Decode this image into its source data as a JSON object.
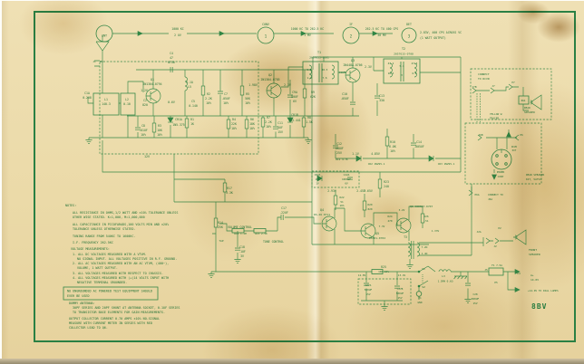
{
  "sheet": {
    "code": "8BV"
  },
  "colors": {
    "ink": "#1f7a3a",
    "border": "#2a8044",
    "paper": "#ebdaa8"
  },
  "schematic": {
    "labels": [
      [
        115,
        40.5,
        "ANT",
        3.4
      ],
      [
        196,
        33,
        "1000 KC"
      ],
      [
        196,
        40,
        "2 UV"
      ],
      [
        293,
        28,
        "CONV"
      ],
      [
        293,
        41.5,
        "1",
        4
      ],
      [
        339,
        33,
        "1000 KC TO 262.5 KC"
      ],
      [
        339,
        40,
        "1 MV"
      ],
      [
        387,
        28,
        "IF"
      ],
      [
        387,
        41.5,
        "2",
        4
      ],
      [
        421,
        33,
        "262.5 KC TO 400 CPS"
      ],
      [
        421,
        40,
        "30 MV"
      ],
      [
        451,
        28,
        "DET"
      ],
      [
        451,
        41.5,
        "3",
        4
      ],
      [
        463,
        37,
        "2.83V, 400 CPS ACROSS VC",
        3.2,
        "s"
      ],
      [
        463,
        43,
        "(1 WATT OUTPUT)",
        3.2,
        "s"
      ],
      [
        104,
        69,
        "J1",
        2.8
      ],
      [
        112,
        69,
        "P1",
        2.8
      ],
      [
        96,
        104,
        "C1A"
      ],
      [
        96,
        109,
        "0-208"
      ],
      [
        117,
        111,
        "L1"
      ],
      [
        117,
        116,
        "140.3"
      ],
      [
        140,
        111,
        "L2"
      ],
      [
        140,
        116,
        "0-10"
      ],
      [
        160,
        112,
        "C2"
      ],
      [
        160,
        117,
        "820"
      ],
      [
        159,
        101,
        "1.2V"
      ],
      [
        168,
        89,
        "Q1",
        3.4
      ],
      [
        168,
        94,
        "2N1304-0794"
      ],
      [
        189,
        114,
        "0.6V"
      ],
      [
        189,
        60,
        "C4"
      ],
      [
        189,
        65,
        "47"
      ],
      [
        189,
        70,
        "N750"
      ],
      [
        209,
        92,
        "2.1Ω"
      ],
      [
        209,
        97,
        "L5"
      ],
      [
        213,
        113,
        "C5"
      ],
      [
        213,
        118,
        "0-140"
      ],
      [
        197,
        133,
        "CR1A"
      ],
      [
        197,
        139,
        "1N5-375"
      ],
      [
        212,
        133,
        "R1"
      ],
      [
        212,
        138,
        "1K"
      ],
      [
        230,
        105,
        "R2"
      ],
      [
        230,
        110,
        "2.2K"
      ],
      [
        230,
        115,
        "10%"
      ],
      [
        249,
        105,
        "C7"
      ],
      [
        249,
        110,
        ".05UF"
      ],
      [
        249,
        115,
        "10%"
      ],
      [
        273,
        105,
        "R5"
      ],
      [
        273,
        110,
        "56K"
      ],
      [
        273,
        115,
        "10%"
      ],
      [
        258,
        133,
        "R4"
      ],
      [
        258,
        138,
        "22K"
      ],
      [
        258,
        143,
        "10%"
      ],
      [
        278,
        133,
        "R6"
      ],
      [
        278,
        138,
        "18K"
      ],
      [
        278,
        143,
        "10%"
      ],
      [
        296,
        131,
        "R7"
      ],
      [
        296,
        136,
        "2.2K"
      ],
      [
        296,
        141,
        "10%"
      ],
      [
        158,
        140,
        "C8"
      ],
      [
        158,
        145,
        ".01UF"
      ],
      [
        158,
        150,
        "10%"
      ],
      [
        176,
        140,
        "R3"
      ],
      [
        176,
        145,
        "10K"
      ],
      [
        176,
        150,
        "10%"
      ],
      [
        162,
        174,
        "12V",
        3.4
      ],
      [
        298,
        84,
        "Q2",
        3.4
      ],
      [
        298,
        89,
        "2N1304-0785"
      ],
      [
        279,
        95,
        "1.98V"
      ],
      [
        317,
        95,
        "2.3V"
      ],
      [
        325,
        103,
        "C9A"
      ],
      [
        325,
        108,
        "50UF"
      ],
      [
        325,
        113,
        "6V"
      ],
      [
        325,
        128,
        "CR1B"
      ],
      [
        325,
        134,
        "1N5-441"
      ],
      [
        309,
        137,
        "C11"
      ],
      [
        309,
        142,
        "5UF"
      ],
      [
        309,
        147,
        "15V"
      ],
      [
        341,
        131,
        "R8"
      ],
      [
        341,
        136,
        "1.5K"
      ],
      [
        345,
        103,
        "R9"
      ],
      [
        345,
        108,
        "62K"
      ],
      [
        352,
        59,
        "T1",
        3.4
      ],
      [
        352,
        64.5,
        "2057613-0501",
        3
      ],
      [
        341,
        78,
        "5.0",
        2.8
      ],
      [
        341,
        87,
        "1.4",
        2.8
      ],
      [
        358,
        78,
        "48.5",
        2.8
      ],
      [
        358,
        87,
        "7.6",
        2.8
      ],
      [
        378,
        81,
        "450MV",
        2.8
      ],
      [
        389,
        68,
        "Q3",
        3.4
      ],
      [
        389,
        73,
        "2N448A-0706"
      ],
      [
        406,
        75,
        "2.3V"
      ],
      [
        380,
        105,
        "C10"
      ],
      [
        380,
        110,
        ".05UF"
      ],
      [
        445,
        55,
        "T2",
        3.4
      ],
      [
        445,
        60.5,
        "2057615-0708",
        3
      ],
      [
        431,
        71,
        "47.2",
        2.8
      ],
      [
        431,
        82,
        "10.3",
        2.8
      ],
      [
        443,
        74,
        "5.1",
        2.8
      ],
      [
        443,
        84,
        "3",
        2.8
      ],
      [
        457,
        71,
        "47.5",
        2.8
      ],
      [
        457,
        82,
        "6.0",
        2.8
      ],
      [
        421,
        107,
        "C13"
      ],
      [
        421,
        112,
        "330"
      ],
      [
        374,
        160,
        "C12"
      ],
      [
        374,
        165,
        "100UF"
      ],
      [
        374,
        170,
        "25V"
      ],
      [
        377,
        177,
        "R12 4.7K",
        2.8
      ],
      [
        392,
        171,
        "1.1V"
      ],
      [
        414,
        171,
        "4.85V"
      ],
      [
        433,
        158,
        "R10"
      ],
      [
        433,
        163,
        "6.8K"
      ],
      [
        433,
        168,
        "10%"
      ],
      [
        462,
        158,
        "C14"
      ],
      [
        462,
        163,
        ".005UF"
      ],
      [
        415,
        182,
        "CR2 1N295-1",
        2.8
      ],
      [
        492,
        182,
        "CR3 1N295-1",
        2.8
      ],
      [
        426,
        202,
        "R23"
      ],
      [
        426,
        207,
        "240"
      ],
      [
        406,
        212,
        "2.65V"
      ],
      [
        253,
        209,
        "R17"
      ],
      [
        253,
        214,
        "3.3K"
      ],
      [
        243,
        247,
        "R14"
      ],
      [
        243,
        252,
        "25K"
      ],
      [
        251,
        252,
        "VOLUME CONTROL",
        3.2,
        "s"
      ],
      [
        244,
        267,
        "TAP",
        2.8
      ],
      [
        265,
        259,
        "R16 1.2M",
        2.8
      ],
      [
        288,
        259,
        "R15 2.5K",
        2.8
      ],
      [
        290,
        268,
        "TONE CONTROL",
        3.2,
        "s"
      ],
      [
        267,
        274,
        "C18"
      ],
      [
        267,
        279,
        ".1UF"
      ],
      [
        267,
        284,
        "3V"
      ],
      [
        313,
        231,
        "C17"
      ],
      [
        313,
        236,
        ".22UF"
      ],
      [
        350,
        194,
        "CR2A",
        2.8
      ],
      [
        350,
        199,
        "1N5",
        2.8
      ],
      [
        350,
        203.5,
        "1V",
        2.8
      ],
      [
        382,
        194,
        "C22A",
        2.8
      ],
      [
        382,
        199,
        "1000UF",
        2.8
      ],
      [
        382,
        203.5,
        "6V",
        2.8
      ],
      [
        366,
        212,
        "2.93V"
      ],
      [
        398,
        212,
        "2.45V"
      ],
      [
        377,
        219,
        "R22",
        2.8
      ],
      [
        377,
        224,
        "51",
        2.8
      ],
      [
        377,
        228,
        "10%",
        2.8
      ],
      [
        408,
        227,
        "R20",
        2.8
      ],
      [
        408,
        232,
        "820",
        2.8
      ],
      [
        355,
        233,
        "Q4",
        3.4
      ],
      [
        355,
        238,
        "DS-26 0711",
        3
      ],
      [
        416,
        259,
        "Q5",
        3.4
      ],
      [
        416,
        264,
        "DS501-0702",
        3
      ],
      [
        421,
        251,
        "7.3V",
        2.8
      ],
      [
        430,
        240,
        "R24",
        2.8
      ],
      [
        430,
        245,
        "470",
        2.8
      ],
      [
        443,
        233,
        "3.2V",
        2.8
      ],
      [
        452,
        229,
        "Q6 40050T-0707",
        3,
        "s"
      ],
      [
        470,
        240,
        "R26",
        2.8
      ],
      [
        470,
        245,
        ".51",
        2.8
      ],
      [
        447,
        263,
        "T3",
        3.2
      ],
      [
        468,
        274,
        "7.2Ω",
        2.8
      ],
      [
        468,
        281,
        "1.4Ω",
        2.8
      ],
      [
        480,
        256,
        "1.33V",
        2.8
      ],
      [
        528,
        257,
        "J2A",
        2.8
      ],
      [
        551,
        253,
        "P2",
        2.8
      ],
      [
        546,
        273,
        "J2",
        2.8
      ],
      [
        583,
        277,
        "FRONT",
        3,
        "s"
      ],
      [
        583,
        282,
        "SPEAKER",
        3,
        "s"
      ],
      [
        423,
        296,
        "R25"
      ],
      [
        423,
        301,
        "100 10%",
        2.8
      ],
      [
        399,
        305,
        "12.8V",
        2.8
      ],
      [
        443,
        305,
        "13.4V",
        2.8
      ],
      [
        406,
        316,
        "C27A",
        2.8
      ],
      [
        406,
        321,
        "500UF",
        2.8
      ],
      [
        406,
        326,
        "15V",
        2.8
      ],
      [
        441,
        320,
        "C27B",
        2.8
      ],
      [
        441,
        325,
        "500UF",
        2.8
      ],
      [
        441,
        330,
        "15V",
        2.8
      ],
      [
        467,
        298,
        "S1",
        3
      ],
      [
        467,
        318,
        "S2",
        3
      ],
      [
        489,
        306,
        "L3",
        3
      ],
      [
        491,
        311.5,
        "1.5MH 0.6Ω",
        2.8
      ],
      [
        463,
        330,
        "E1",
        2.8
      ],
      [
        463,
        335,
        "GND",
        2.8
      ],
      [
        524,
        326,
        "C28",
        2.8
      ],
      [
        524,
        331,
        "500UF",
        2.8
      ],
      [
        524,
        336,
        "15V",
        2.8
      ],
      [
        536,
        299,
        "J5",
        2.8
      ],
      [
        548,
        294,
        "F1 7.5A",
        2.8
      ],
      [
        547,
        313,
        "P5",
        2.8
      ],
      [
        572,
        303,
        "P4",
        2.8
      ],
      [
        585,
        305,
        "A+",
        3,
        "s"
      ],
      [
        585,
        310,
        "14.0V",
        3,
        "s"
      ],
      [
        582,
        322,
        "+14.0V TO DIAL LAMPS",
        2.8,
        "s"
      ],
      [
        527,
        83,
        "CONNECT",
        3,
        "s"
      ],
      [
        527,
        88,
        "TO RCVR",
        3,
        "s"
      ],
      [
        523,
        97,
        "J7B",
        2.8
      ],
      [
        544,
        96,
        "J7",
        2.8
      ],
      [
        566,
        92,
        "P7",
        2.8
      ],
      [
        578,
        120,
        "REAR",
        2.8,
        "s"
      ],
      [
        578,
        125,
        "SPEAKER",
        2.8,
        "s"
      ],
      [
        540,
        127,
        "YELLOW W",
        2.8,
        "s"
      ],
      [
        540,
        131.5,
        "TRACER",
        2.8,
        "s"
      ],
      [
        577,
        112,
        "R6A",
        2.5
      ],
      [
        530,
        150,
        "J6B",
        2.8
      ],
      [
        575,
        150,
        "P6",
        2.8
      ],
      [
        567,
        163,
        "RCVR",
        2.5
      ],
      [
        567,
        167,
        "KIT",
        2.5
      ],
      [
        552,
        191,
        "POWER",
        2.8
      ],
      [
        552,
        196,
        "CONT",
        2.8
      ],
      [
        580,
        194,
        "REAR SPEAKER",
        2.8,
        "s"
      ],
      [
        580,
        199,
        "KIT, 5ATV1",
        2.8,
        "s"
      ],
      [
        526,
        216,
        "P6A",
        2.8
      ],
      [
        538,
        216,
        "CONNECT TO",
        2.8,
        "s"
      ],
      [
        538,
        221,
        "J6A",
        2.8,
        "s"
      ],
      [
        72,
        228,
        "NOTES:",
        3.4,
        "s"
      ],
      [
        80,
        236,
        "ALL RESISTANCE IN OHMS,1/2 WATT AND ±10% TOLERANCE UNLESS",
        3.4,
        "s"
      ],
      [
        80,
        241,
        "OTHER WISE STATED. K=1,000, M=1,000,000",
        3.4,
        "s"
      ],
      [
        80,
        249,
        "ALL CAPACITANCE IN PICOFARADS,100 VOLTS MIN AND ±20%",
        3.4,
        "s"
      ],
      [
        80,
        254,
        "TOLERANCE UNLESS OTHERWISE STATED.",
        3.4,
        "s"
      ],
      [
        80,
        262,
        "TUNING RANGE FROM 540KC TO 1600KC.",
        3.4,
        "s"
      ],
      [
        80,
        269,
        "I.F. FREQUENCY 262.5KC",
        3.4,
        "s"
      ],
      [
        78,
        276,
        "VOLTAGE MEASUREMENTS:",
        3.4,
        "s"
      ],
      [
        80,
        282,
        "1. ALL DC VOLTAGES MEASURED WITH A VTVM.",
        3.4,
        "s"
      ],
      [
        85,
        287,
        "NO SIGNAL INPUT. ALL VOLTAGES POSITIVE IN R.F. GROUND.",
        3.4,
        "s"
      ],
      [
        80,
        292,
        "2. ALL AC VOLTAGES MEASURED WITH AN AC VTVM, (400~),",
        3.4,
        "s"
      ],
      [
        85,
        297,
        "VOLUME, 1 WATT OUTPUT.",
        3.4,
        "s"
      ],
      [
        80,
        303,
        "3. ALL VOLTAGES MEASURED WITH RESPECT TO CHASSIS.",
        3.4,
        "s"
      ],
      [
        80,
        308,
        "4. ALL VOLTAGES MEASURED WITH (+)14 VOLTS INPUT WITH",
        3.4,
        "s"
      ],
      [
        85,
        313,
        "NEGATIVE TERMINAL GROUNDED.",
        3.4,
        "s"
      ],
      [
        74,
        322.5,
        "NO UNGROUNDED AC POWERED TEST EQUIPMENT SHOULD",
        3.4,
        "s"
      ],
      [
        74,
        328,
        "EVER BE USED",
        3.4,
        "s"
      ],
      [
        76,
        336,
        "DUMMY ANTENNA:",
        3.4,
        "s"
      ],
      [
        80,
        341,
        "30PF SERIES AND 20PF SHUNT AT ANTENNA SOCKET, 0.1UF SERIES",
        3.4,
        "s"
      ],
      [
        80,
        346,
        "TO TRANSISTOR BASE ELEMENTS FOR GAIN MEASUREMENTS.",
        3.4,
        "s"
      ],
      [
        76,
        353,
        "OUTPUT COLLECTOR CURRENT 0.70 AMPS ±10% NO-SIGNAL",
        3.4,
        "s"
      ],
      [
        76,
        358,
        "MEASURE WITH CURRENT METER IN SERIES WITH RED",
        3.4,
        "s"
      ],
      [
        76,
        363,
        "COLLECTOR LEAD TO Q6.",
        3.4,
        "s"
      ]
    ]
  }
}
